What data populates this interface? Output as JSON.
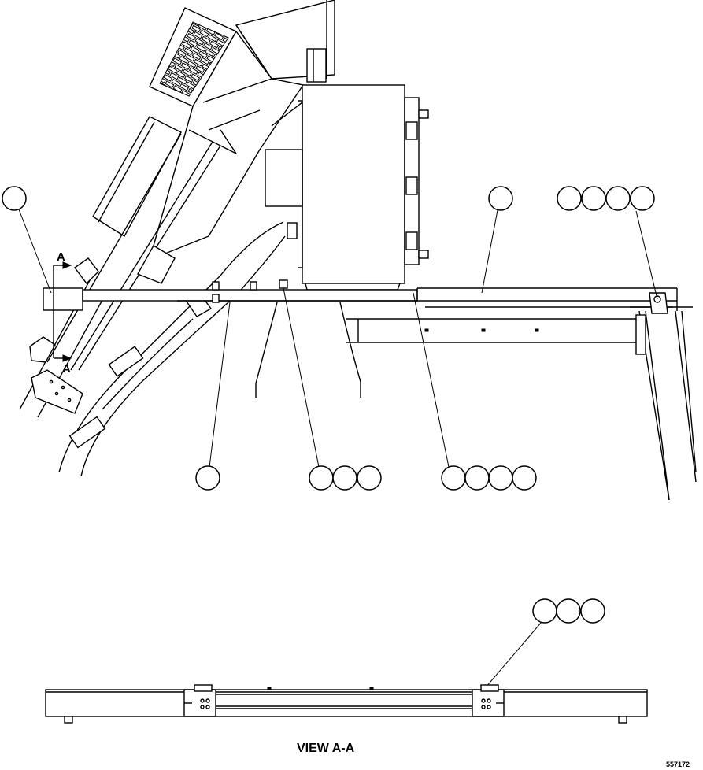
{
  "section_marker": {
    "letter_top": "A",
    "letter_bottom": "A"
  },
  "view_title": "VIEW A-A",
  "drawing_number": "557172",
  "callout_groups": [
    {
      "id": "top-left",
      "count": 1
    },
    {
      "id": "top-mid",
      "count": 1
    },
    {
      "id": "top-right",
      "count": 4
    },
    {
      "id": "bottom-1",
      "count": 1
    },
    {
      "id": "bottom-2",
      "count": 3
    },
    {
      "id": "bottom-3",
      "count": 4
    },
    {
      "id": "view-aa",
      "count": 3
    }
  ]
}
